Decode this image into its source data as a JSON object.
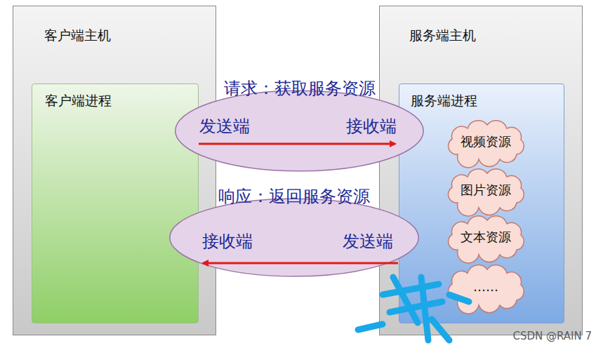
{
  "diagram": {
    "nodes": [
      {
        "text": [
          "客户端主机"
        ]
      },
      {
        "text": [
          "客户端进程"
        ],
        "in": 0
      },
      {
        "text": [
          "请求：获取服务资源",
          "发送端",
          "接收端"
        ]
      },
      {
        "text": [
          "响应：返回服务资源",
          "接收端",
          "发送端"
        ]
      },
      {
        "text": [
          "服务端主机"
        ]
      },
      {
        "text": [
          "服务端进程"
        ],
        "in": 4
      },
      {
        "text": [
          "视频资源"
        ],
        "in": 5
      },
      {
        "text": [
          "图片资源"
        ],
        "in": 5
      },
      {
        "text": [
          "文本资源"
        ],
        "in": 5
      },
      {
        "text": [
          "……"
        ],
        "in": 5
      }
    ],
    "edges": [],
    "labels": [
      "CSDN @RAIN 7"
    ]
  }
}
